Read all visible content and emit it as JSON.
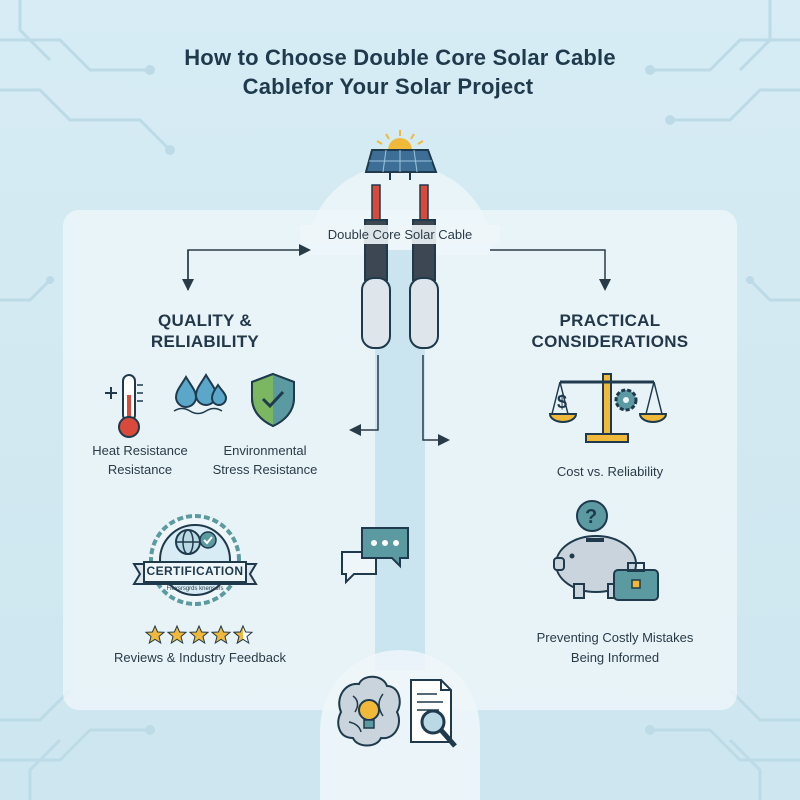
{
  "title": {
    "line1": "How to Choose Double Core Solar Cable",
    "line2": "Cablefor Your Solar Project"
  },
  "center": {
    "cable_label": "Double Core Solar Cable"
  },
  "left": {
    "heading_line1": "QUALITY &",
    "heading_line2": "RELIABILITY",
    "items": [
      {
        "label_line1": "Heat Resistance",
        "label_line2": "Resistance",
        "icon": "thermometer-icon"
      },
      {
        "label_line1": "Environmental",
        "label_line2": "Stress Resistance",
        "icon": "water-drops-icon"
      }
    ],
    "certification": {
      "badge_text": "CERTIFICATION",
      "badge_subtext": "Flexsrsgrds knensors",
      "icon": "certification-badge-icon"
    },
    "reviews": {
      "label": "Reviews & Industry Feedback",
      "rating": 4.5,
      "max": 5
    }
  },
  "right": {
    "heading_line1": "PRACTICAL",
    "heading_line2": "CONSIDERATIONS",
    "items": [
      {
        "label": "Cost vs. Reliability",
        "icon": "balance-scale-icon"
      },
      {
        "label_line1": "Preventing Costly Mistakes",
        "label_line2": "Being Informed",
        "icon": "piggy-bank-icon"
      }
    ]
  },
  "colors": {
    "background": "#cfe7f0",
    "panel": "#eef6fa",
    "navy": "#1f3a4d",
    "teal": "#5b9aa0",
    "gold": "#f0b93a",
    "cable_red": "#d94a3a",
    "green": "#7bb661"
  }
}
